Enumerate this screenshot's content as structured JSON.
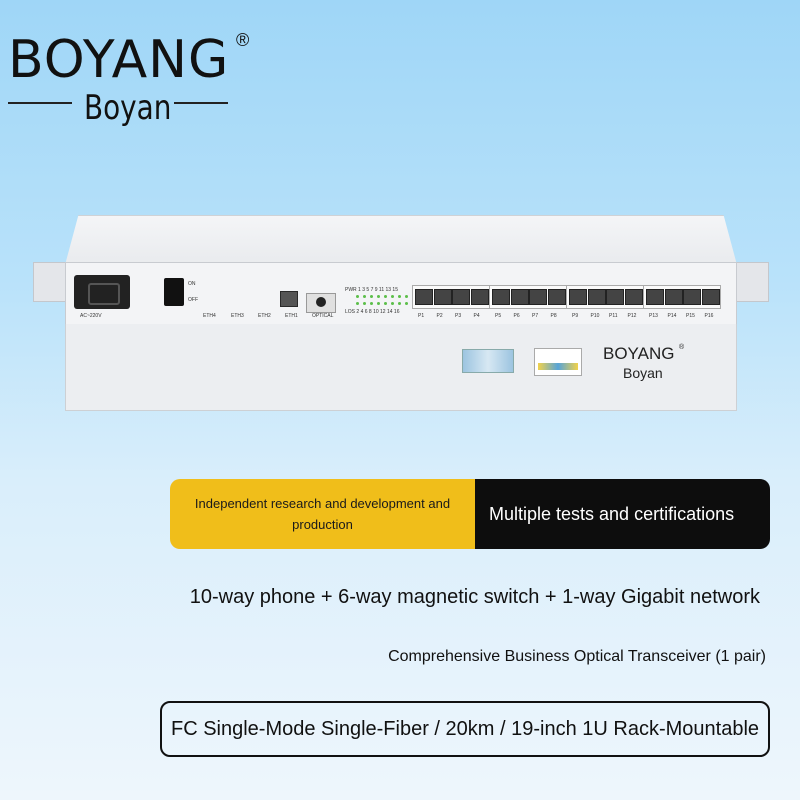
{
  "logo": {
    "main": "BOYANG",
    "reg": "®",
    "sub": "Boyan"
  },
  "device": {
    "power_label": "AC~220V",
    "switch_on": "ON",
    "switch_off": "OFF",
    "eth_labels": [
      "ETH4",
      "ETH3",
      "ETH2",
      "ETH1"
    ],
    "optical_label": "OPTICAL",
    "led_row_top": "PWR 1 3 5 7 9 11 13 15",
    "led_row_bottom": "LOS 2 4 6 8 10 12 14 16",
    "ports": [
      "P1",
      "P2",
      "P3",
      "P4",
      "P5",
      "P6",
      "P7",
      "P8",
      "P9",
      "P10",
      "P11",
      "P12",
      "P13",
      "P14",
      "P15",
      "P16"
    ],
    "front_logo": {
      "main": "BOYANG",
      "reg": "®",
      "sub": "Boyan"
    }
  },
  "banner": {
    "left_text": "Independent research and development and production",
    "right_text": "Multiple tests and certifications"
  },
  "features": {
    "line1": "10-way phone + 6-way magnetic switch + 1-way Gigabit network",
    "line2": "Comprehensive Business Optical Transceiver (1 pair)",
    "line3": "FC Single-Mode Single-Fiber / 20km / 19-inch 1U Rack-Mountable"
  },
  "colors": {
    "banner_yellow": "#f0be1a",
    "banner_black": "#0d0d0d",
    "sky": "#9fd6f7"
  }
}
